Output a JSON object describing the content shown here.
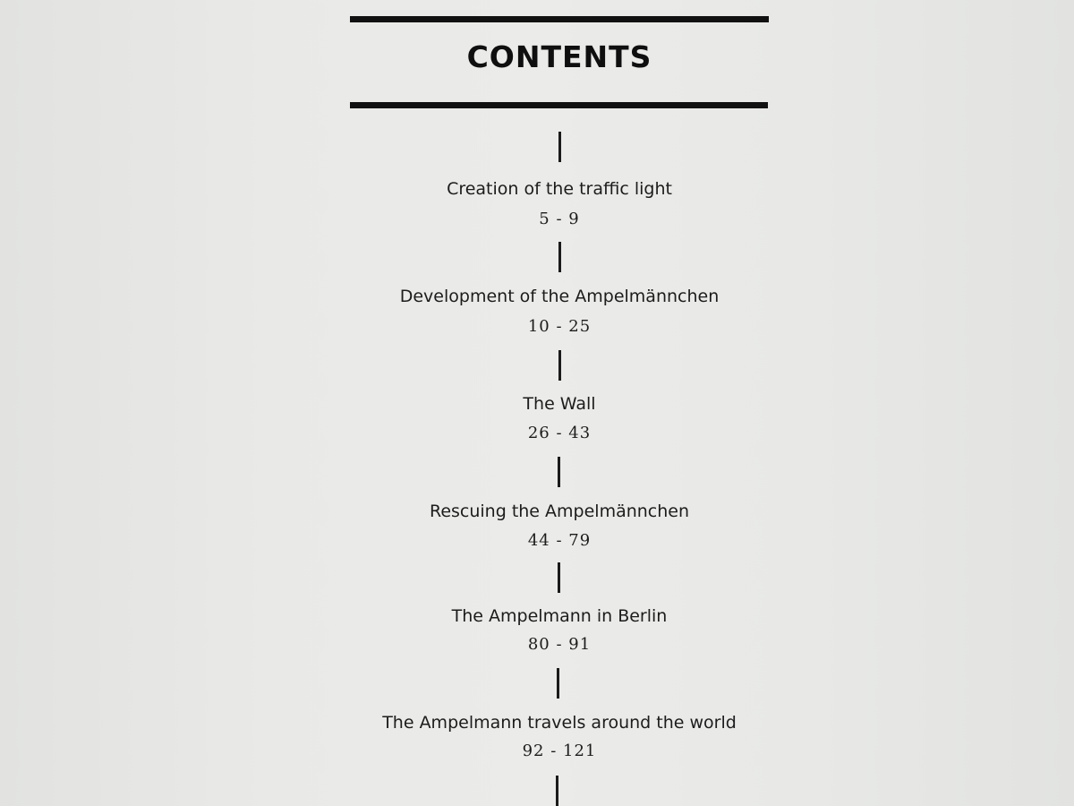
{
  "toc": {
    "heading": "CONTENTS",
    "entries": [
      {
        "title": "Creation of the traffic light",
        "pages": "5 - 9"
      },
      {
        "title": "Development of the Ampelmännchen",
        "pages": "10 - 25"
      },
      {
        "title": "The Wall",
        "pages": "26 - 43"
      },
      {
        "title": "Rescuing the Ampelmännchen",
        "pages": "44 - 79"
      },
      {
        "title": "The Ampelmann in Berlin",
        "pages": "80 - 91"
      },
      {
        "title": "The Ampelmann travels around the world",
        "pages": "92 - 121"
      }
    ]
  }
}
